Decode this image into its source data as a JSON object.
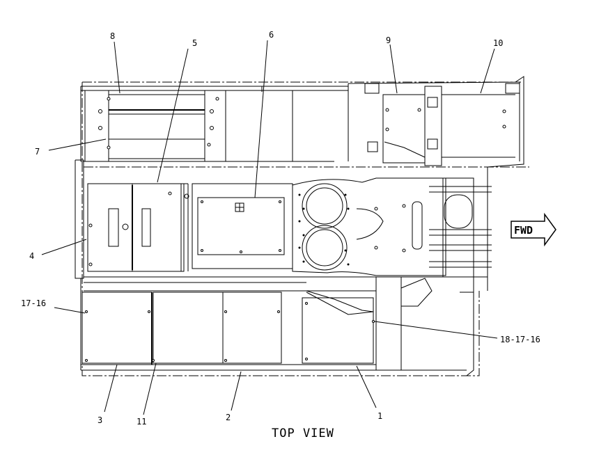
{
  "drawing": {
    "caption": "TOP VIEW",
    "direction_label": "FWD",
    "callouts": [
      {
        "id": "c1",
        "label": "1"
      },
      {
        "id": "c2",
        "label": "2"
      },
      {
        "id": "c3",
        "label": "3"
      },
      {
        "id": "c4",
        "label": "4"
      },
      {
        "id": "c5",
        "label": "5"
      },
      {
        "id": "c6",
        "label": "6"
      },
      {
        "id": "c7",
        "label": "7"
      },
      {
        "id": "c8",
        "label": "8"
      },
      {
        "id": "c9",
        "label": "9"
      },
      {
        "id": "c10",
        "label": "10"
      },
      {
        "id": "c11",
        "label": "11"
      },
      {
        "id": "c17-16",
        "label": "17-16"
      },
      {
        "id": "c18-17-16",
        "label": "18-17-16"
      }
    ]
  }
}
